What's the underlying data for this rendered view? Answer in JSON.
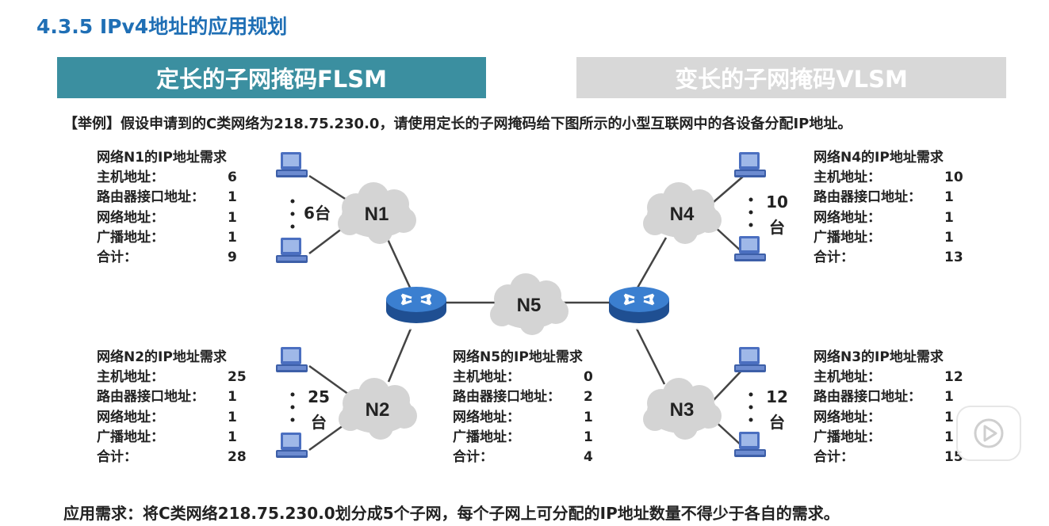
{
  "title": "4.3.5 IPv4地址的应用规划",
  "tabs": {
    "flsm": "定长的子网掩码FLSM",
    "vlsm": "变长的子网掩码VLSM"
  },
  "example": "【举例】假设申请到的C类网络为218.75.230.0，请使用定长的子网掩码给下图所示的小型互联网中的各设备分配IP地址。",
  "footer": "应用需求：将C类网络218.75.230.0划分成5个子网，每个子网上可分配的IP地址数量不得少于各自的需求。",
  "requirement_labels": [
    "主机地址：",
    "路由器接口地址：",
    "网络地址：",
    "广播地址：",
    "合计："
  ],
  "requirements": {
    "n1": {
      "head": "网络N1的IP地址需求",
      "values": [
        "6",
        "1",
        "1",
        "1",
        "9"
      ]
    },
    "n2": {
      "head": "网络N2的IP地址需求",
      "values": [
        "25",
        "1",
        "1",
        "1",
        "28"
      ]
    },
    "n3": {
      "head": "网络N3的IP地址需求",
      "values": [
        "12",
        "1",
        "1",
        "1",
        "15"
      ]
    },
    "n4": {
      "head": "网络N4的IP地址需求",
      "values": [
        "10",
        "1",
        "1",
        "1",
        "13"
      ]
    },
    "n5": {
      "head": "网络N5的IP地址需求",
      "values": [
        "0",
        "2",
        "1",
        "1",
        "4"
      ]
    }
  },
  "clouds": {
    "n1": "N1",
    "n2": "N2",
    "n3": "N3",
    "n4": "N4",
    "n5": "N5"
  },
  "host_counts": {
    "n1": [
      "6台"
    ],
    "n2": [
      "25",
      "台"
    ],
    "n3": [
      "12",
      "台"
    ],
    "n4": [
      "10",
      "台"
    ]
  },
  "router_label": "ROUTER",
  "colors": {
    "title": "#1f6fb5",
    "flsm_tab": "#3b8fa0",
    "vlsm_tab": "#d8d8d8",
    "router": "#2f6bb3",
    "cloud": "#d4d4d4"
  },
  "icons": [
    "computer-icon",
    "router-icon",
    "cloud-icon",
    "play-icon"
  ]
}
